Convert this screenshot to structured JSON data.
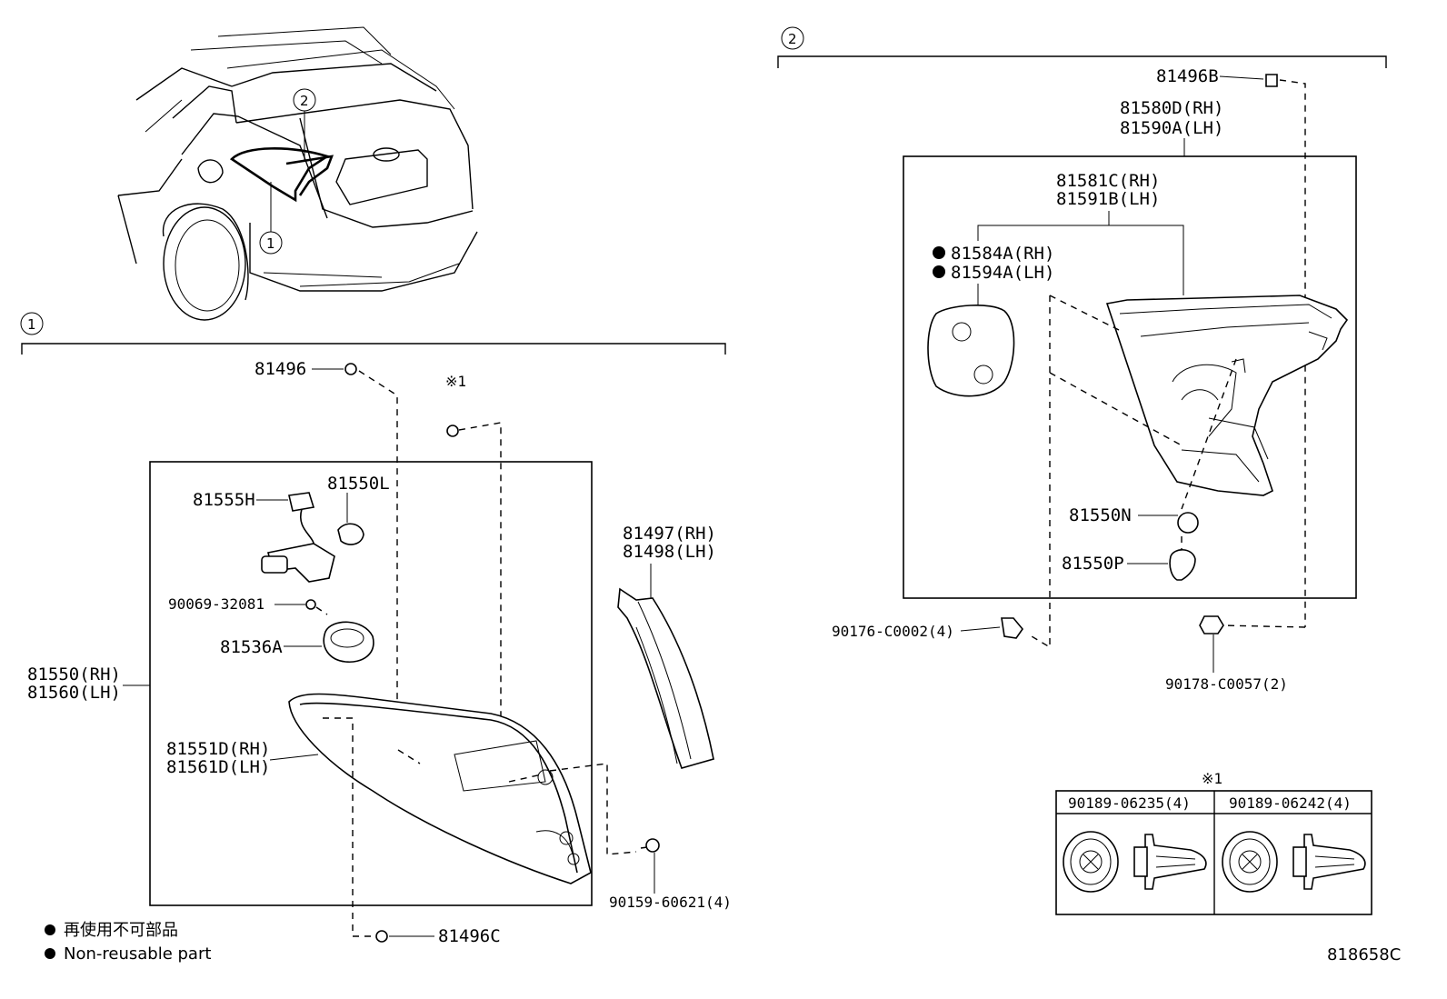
{
  "views": {
    "view1_number": "1",
    "view2_number": "2"
  },
  "parts": {
    "p81496": "81496",
    "note1_mark": "※1",
    "p81555H": "81555H",
    "p81550L": "81550L",
    "p90069": "90069-32081",
    "p81536A": "81536A",
    "p81550_rh": "81550(RH)",
    "p81560_lh": "81560(LH)",
    "p81551D_rh": "81551D(RH)",
    "p81561D_lh": "81561D(LH)",
    "p81497_rh": "81497(RH)",
    "p81498_lh": "81498(LH)",
    "p90159": "90159-60621(4)",
    "p81496C": "81496C",
    "p81496B": "81496B",
    "p81580D_rh": "81580D(RH)",
    "p81590A_lh": "81590A(LH)",
    "p81581C_rh": "81581C(RH)",
    "p81591B_lh": "81591B(LH)",
    "p81584A_rh": "81584A(RH)",
    "p81594A_lh": "81594A(LH)",
    "p81550N": "81550N",
    "p81550P": "81550P",
    "p90176": "90176-C0002(4)",
    "p90178": "90178-C0057(2)"
  },
  "clip_table": {
    "note_mark": "※1",
    "col1": "90189-06235(4)",
    "col2": "90189-06242(4)"
  },
  "legend": {
    "non_reusable_jp": "再使用不可部品",
    "non_reusable_en": "Non-reusable part"
  },
  "diagram_code": "818658C"
}
